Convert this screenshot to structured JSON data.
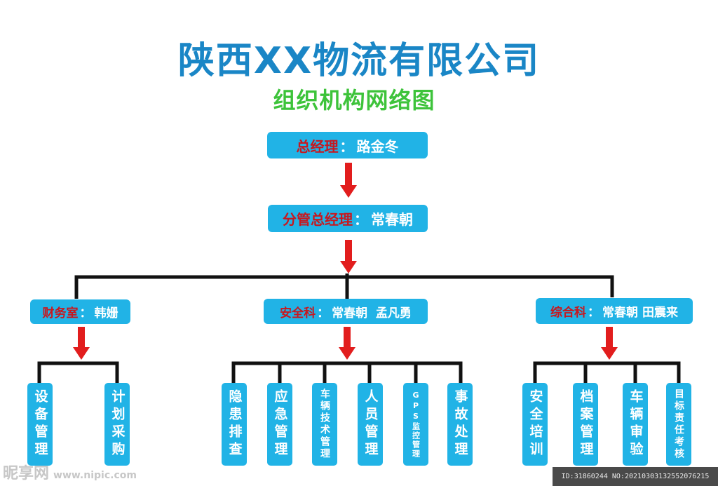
{
  "title": "陕西XX物流有限公司",
  "subtitle": "组织机构网络图",
  "top": {
    "role": "总经理",
    "name": "路金冬"
  },
  "deputy": {
    "role": "分管总经理",
    "name": "常春朝"
  },
  "departments": [
    {
      "role": "财务室",
      "name": "韩姗",
      "children": [
        "设备管理",
        "计划采购"
      ]
    },
    {
      "role": "安全科",
      "name": "常春朝  孟凡勇",
      "children": [
        "隐患排查",
        "应急管理",
        "车辆技术管理",
        "人员管理",
        "GPS监控管理",
        "事故处理"
      ]
    },
    {
      "role": "综合科",
      "name": "常春朝 田震来",
      "children": [
        "安全培训",
        "档案管理",
        "车辆审验",
        "目标责任考核"
      ]
    }
  ],
  "separator": "：",
  "watermark": {
    "logo": "昵享网",
    "url": "www.nipic.com"
  },
  "image_id": "ID:31860244 NO:20210303132552076215",
  "colors": {
    "title": "#1a86c6",
    "subtitle": "#3dc33a",
    "box": "#21b3e6",
    "role_text": "#c8171e",
    "arrow": "#e21d1d",
    "connector": "#111111"
  }
}
